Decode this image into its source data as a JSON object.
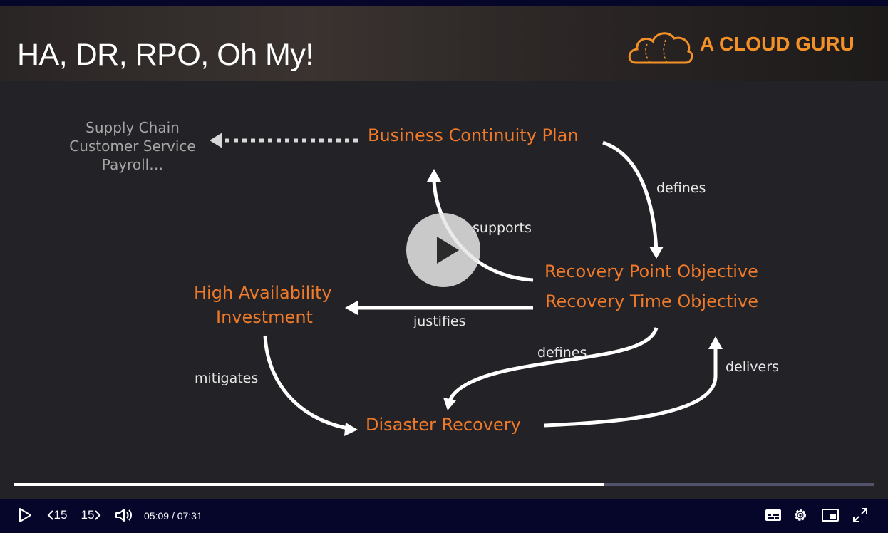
{
  "slide": {
    "title": "HA, DR, RPO, Oh My!",
    "logo_text": "A CLOUD GURU",
    "nodes": {
      "bcp": "Business Continuity Plan",
      "rpo": "Recovery Point Objective",
      "rto": "Recovery Time Objective",
      "ha_line1": "High Availability",
      "ha_line2": "Investment",
      "dr": "Disaster Recovery",
      "side_line1": "Supply Chain",
      "side_line2": "Customer Service",
      "side_line3": "Payroll…"
    },
    "edges": {
      "defines_top": "defines",
      "supports": "supports",
      "justifies": "justifies",
      "defines_bottom": "defines",
      "delivers": "delivers",
      "mitigates": "mitigates"
    },
    "colors": {
      "accent": "#ee7a2a",
      "logo": "#f39026"
    }
  },
  "player": {
    "current_time": "05:09",
    "separator": "/",
    "duration": "07:31",
    "progress": 0.686,
    "skip_back_label": "15",
    "skip_forward_label": "15",
    "icons": [
      "play-icon",
      "skip-back-icon",
      "skip-forward-icon",
      "volume-icon",
      "captions-icon",
      "settings-icon",
      "picture-in-picture-icon",
      "fullscreen-icon"
    ]
  }
}
